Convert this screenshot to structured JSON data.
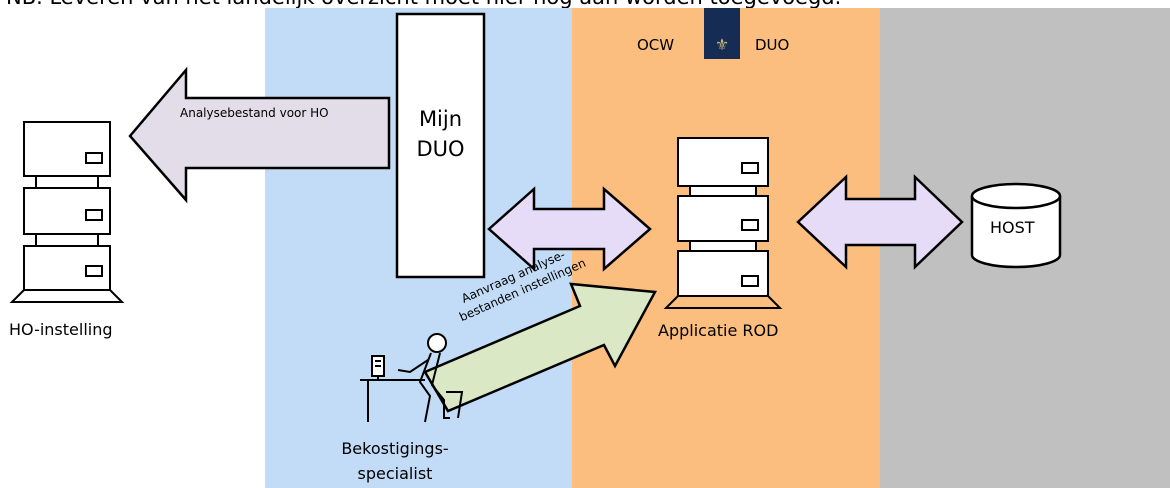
{
  "top_note": "NB. Leveren van het landelijk overzicht moet hier nog aan worden toegevoegd.",
  "ministry": {
    "ocw": "OCW",
    "duo": "DUO",
    "crest_icon": "rijkswapen-icon"
  },
  "mijn_duo": {
    "line1": "Mijn",
    "line2": "DUO"
  },
  "arrows": {
    "analyse_bestand": "Analysebestand voor HO",
    "aanvraag_line1": "Aanvraag analyse-",
    "aanvraag_line2": "bestanden instellingen"
  },
  "nodes": {
    "ho_instelling": "HO-instelling",
    "applicatie_rod": "Applicatie ROD",
    "host": "HOST",
    "specialist_line1": "Bekostigings-",
    "specialist_line2": "specialist"
  },
  "colors": {
    "blue_band": "#c2dcf7",
    "orange_band": "#fbbe7e",
    "gray_band": "#c0c0c0",
    "arrow_lavender": "#e6dcf8",
    "arrow_analysis": "#e2dde8",
    "arrow_green": "#dbe8c6",
    "logo_navy": "#152c55"
  }
}
